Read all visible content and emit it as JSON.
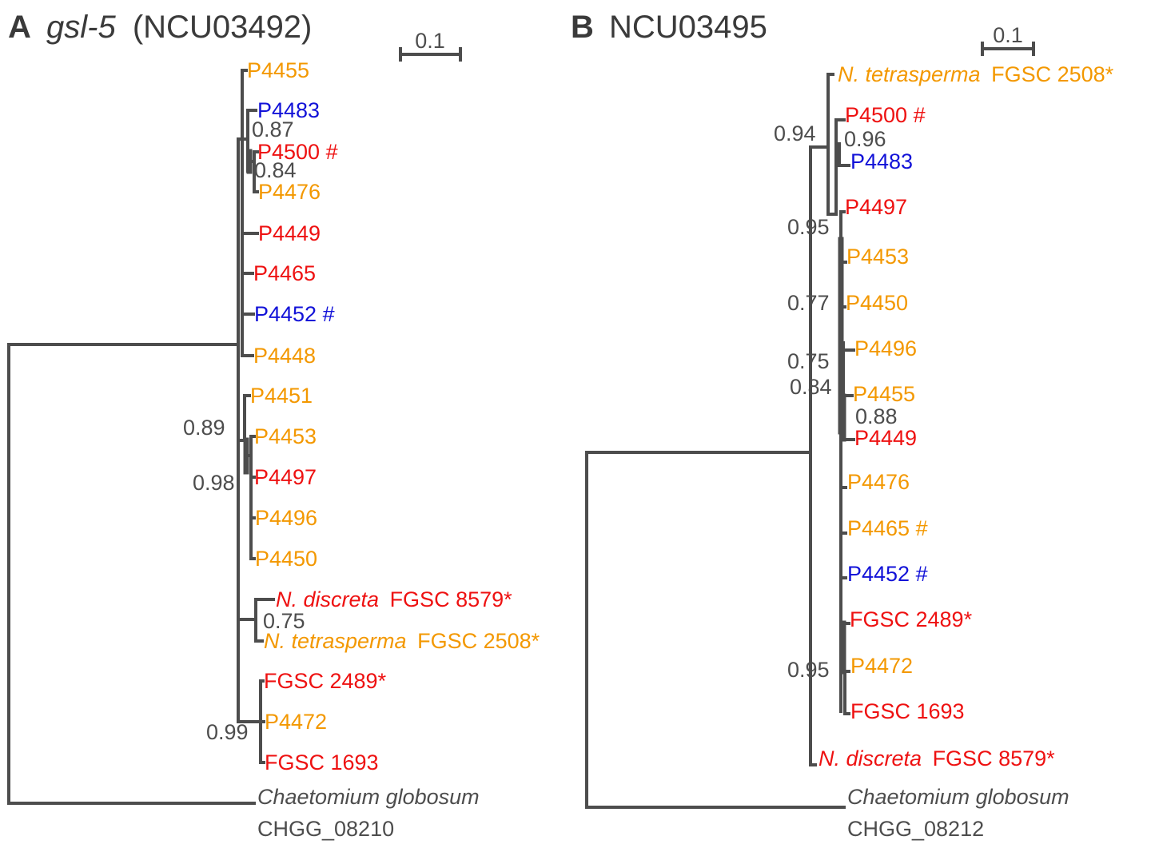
{
  "colors": {
    "line": "#4d4d4d",
    "support": "#4d4d4d",
    "title": "#3a3a3a",
    "orange": "#f39800",
    "red": "#ee1111",
    "blue": "#1212d8",
    "gray": "#4d4d4d"
  },
  "panels": [
    {
      "letter": "A",
      "title_gene": "gsl-5",
      "title_id": "(NCU03492)",
      "scale_label": "0.1",
      "tips": [
        {
          "label": "P4455",
          "color": "orange"
        },
        {
          "label": "P4483",
          "color": "blue"
        },
        {
          "label": "P4500 #",
          "color": "red"
        },
        {
          "label": "P4476",
          "color": "orange"
        },
        {
          "label": "P4449",
          "color": "red"
        },
        {
          "label": "P4465",
          "color": "red"
        },
        {
          "label": "P4452 #",
          "color": "blue"
        },
        {
          "label": "P4448",
          "color": "orange"
        },
        {
          "label": "P4451",
          "color": "orange"
        },
        {
          "label": "P4453",
          "color": "orange"
        },
        {
          "label": "P4497",
          "color": "red"
        },
        {
          "label": "P4496",
          "color": "orange"
        },
        {
          "label": "P4450",
          "color": "orange"
        },
        {
          "label_italic": "N. discreta",
          "label": "FGSC 8579*",
          "color": "red"
        },
        {
          "label_italic": "N. tetrasperma",
          "label": "FGSC 2508*",
          "color": "orange"
        },
        {
          "label": "FGSC 2489*",
          "color": "red"
        },
        {
          "label": "P4472",
          "color": "orange"
        },
        {
          "label": "FGSC 1693",
          "color": "red"
        }
      ],
      "outgroup": {
        "name": "Chaetomium globosum",
        "id": "CHGG_08210"
      },
      "supports": [
        "0.87",
        "0.84",
        "0.89",
        "0.98",
        "0.75",
        "0.99"
      ]
    },
    {
      "letter": "B",
      "title_id": "NCU03495",
      "scale_label": "0.1",
      "tips": [
        {
          "label_italic": "N. tetrasperma",
          "label": "FGSC 2508*",
          "color": "orange"
        },
        {
          "label": "P4500 #",
          "color": "red"
        },
        {
          "label": "P4483",
          "color": "blue"
        },
        {
          "label": "P4497",
          "color": "red"
        },
        {
          "label": "P4453",
          "color": "orange"
        },
        {
          "label": "P4450",
          "color": "orange"
        },
        {
          "label": "P4496",
          "color": "orange"
        },
        {
          "label": "P4455",
          "color": "orange"
        },
        {
          "label": "P4449",
          "color": "red"
        },
        {
          "label": "P4476",
          "color": "orange"
        },
        {
          "label": "P4465 #",
          "color": "orange"
        },
        {
          "label": "P4452 #",
          "color": "blue"
        },
        {
          "label": "FGSC 2489*",
          "color": "red"
        },
        {
          "label": "P4472",
          "color": "orange"
        },
        {
          "label": "FGSC 1693",
          "color": "red"
        },
        {
          "label_italic": "N. discreta",
          "label": "FGSC 8579*",
          "color": "red"
        }
      ],
      "outgroup": {
        "name": "Chaetomium globosum",
        "id": "CHGG_08212"
      },
      "supports": [
        "0.94",
        "0.96",
        "0.95",
        "0.77",
        "0.75",
        "0.84",
        "0.88",
        "0.95"
      ]
    }
  ]
}
